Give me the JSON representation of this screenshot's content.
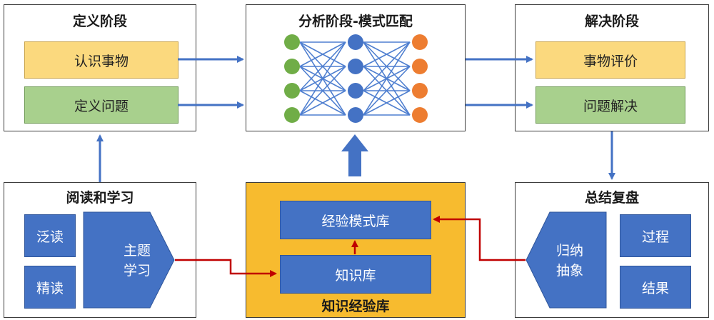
{
  "define_stage": {
    "title": "定义阶段",
    "recognize_label": "认识事物",
    "define_problem_label": "定义问题"
  },
  "analysis_stage": {
    "title": "分析阶段-模式匹配",
    "network": {
      "layers": [
        4,
        4,
        4
      ],
      "layer_colors": [
        "#70ad47",
        "#4472c4",
        "#ed7d31"
      ]
    }
  },
  "solve_stage": {
    "title": "解决阶段",
    "evaluate_label": "事物评价",
    "solve_label": "问题解决"
  },
  "reading_stage": {
    "title": "阅读和学习",
    "skim_label": "泛读",
    "intensive_label": "精读",
    "topic_label": "主题学习"
  },
  "knowledge_base": {
    "title": "知识经验库",
    "pattern_library_label": "经验模式库",
    "knowledge_library_label": "知识库"
  },
  "review_stage": {
    "title": "总结复盘",
    "induction_label": "归纳抽象",
    "process_label": "过程",
    "result_label": "结果"
  },
  "colors": {
    "connector_blue": "#4472c4",
    "connector_red": "#c00000",
    "knowledge_gold": "#f7bb2f",
    "edge_blue": "#4f7fd0"
  }
}
